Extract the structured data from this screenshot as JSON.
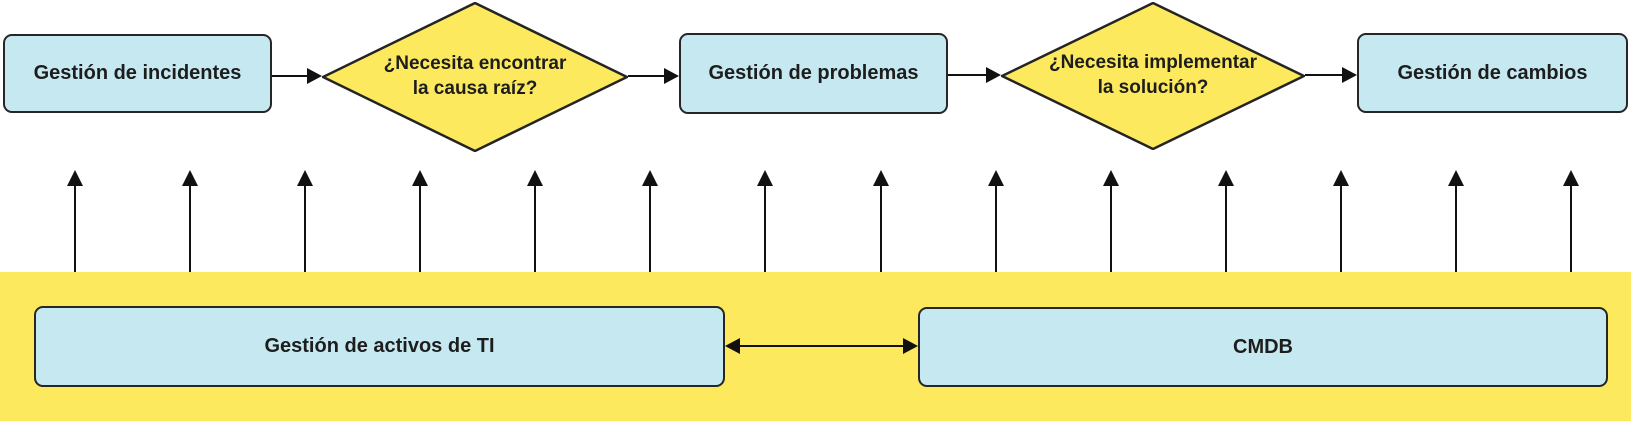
{
  "flow": {
    "incidentes": "Gestión de incidentes",
    "decision_causa": "¿Necesita encontrar\nla causa raíz?",
    "problemas": "Gestión de problemas",
    "decision_solucion": "¿Necesita implementar\nla solución?",
    "cambios": "Gestión de cambios"
  },
  "band": {
    "activos": "Gestión de activos de TI",
    "cmdb": "CMDB"
  },
  "colors": {
    "process_fill": "#c6e9f1",
    "decision_fill": "#fce95e",
    "band_fill": "#fce95e",
    "shape_stroke": "#242424",
    "arrow_color": "#111111",
    "text_color": "#1d1d1d"
  }
}
